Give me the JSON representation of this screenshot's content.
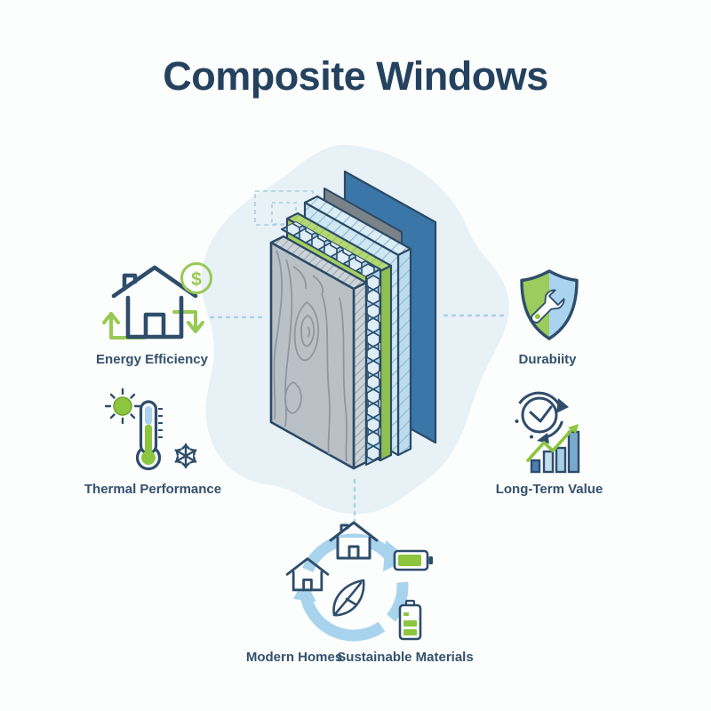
{
  "title": "Composite Windows",
  "palette": {
    "navy": "#2e4d6b",
    "title_navy": "#24425f",
    "green": "#8cc63f",
    "light_green": "#97c954",
    "sky_blue": "#a8d3ec",
    "blob": "#e7f1f6",
    "panel_blue": "#3b76a8",
    "panel_gray": "#7b8389",
    "wood_gray": "#b9c1c7",
    "dash_blue": "#a9cfe3"
  },
  "features": [
    {
      "id": "energy-efficiency",
      "label": "Energy Efficiency",
      "icon": "house-dollar-recycle-icon",
      "currency_symbol": "$",
      "position": "left-top"
    },
    {
      "id": "thermal-performance",
      "label": "Thermal Performance",
      "icon": "sun-thermometer-snowflake-icon",
      "position": "left-bottom"
    },
    {
      "id": "durability",
      "label": "Durabiity",
      "icon": "shield-wrench-icon",
      "position": "right-top"
    },
    {
      "id": "long-term-value",
      "label": "Long-Term Value",
      "icon": "clock-growth-chart-icon",
      "position": "right-bottom"
    }
  ],
  "cycle": {
    "labels": [
      {
        "id": "modern-homes",
        "label": "Modern Homes"
      },
      {
        "id": "sustainable-materials",
        "label": "Sustainable Materials"
      }
    ],
    "icons": [
      "house-icon",
      "house-icon",
      "leaf-icon",
      "battery-horizontal-icon",
      "battery-vertical-icon",
      "recycle-arrows-icon"
    ]
  },
  "diagram": {
    "name": "composite-window-layer-stack",
    "layers": [
      "wood-grain-front-panel",
      "honeycomb-core-layer",
      "green-composite-layer",
      "hatched-glass-layer",
      "gray-backing-sheet",
      "blue-back-panel"
    ]
  }
}
